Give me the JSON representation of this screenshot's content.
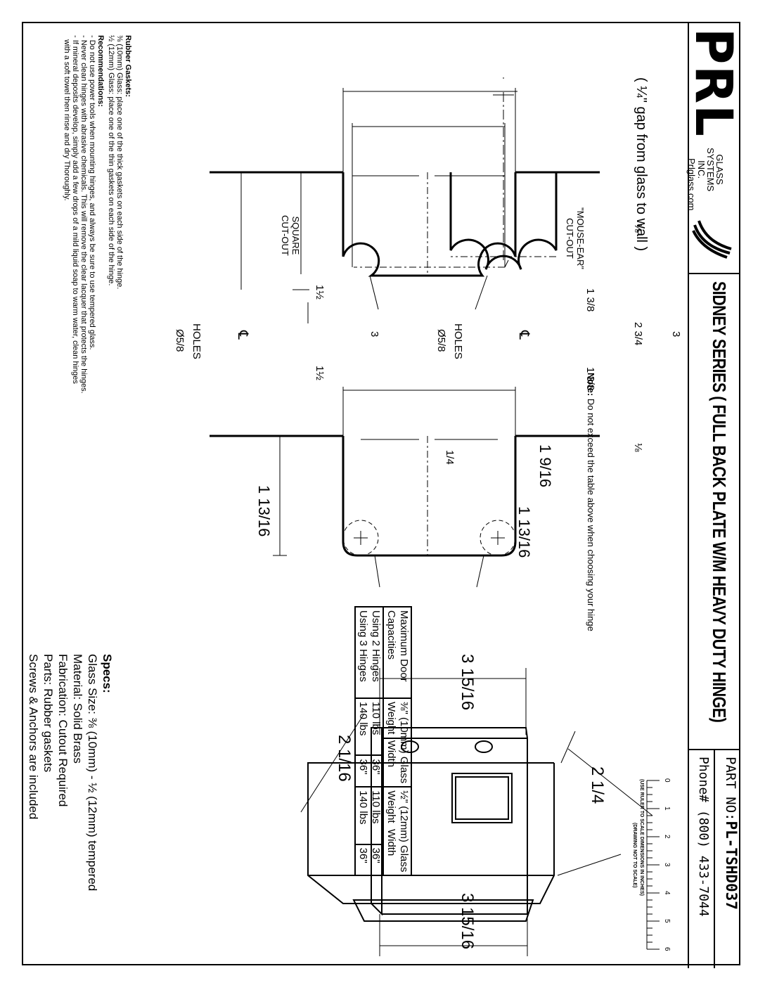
{
  "logo": {
    "text": "PRL",
    "company_line1": "GLASS",
    "company_line2": "SYSTEMS",
    "company_line3": "INC.",
    "website": "Prlglass.com"
  },
  "title": "SIDNEY SERIES ( FULL BACK PLATE W/M HEAVY DUTY HINGE)",
  "part": {
    "label": "PART NO:",
    "number": "PL-TSHD037",
    "phone_label": "Phone#",
    "phone": "(800) 433-7044"
  },
  "ruler": {
    "ticks": [
      "0",
      "1",
      "2",
      "3",
      "4",
      "5",
      "6"
    ],
    "note1": "(USE RULER TO SCALE DIMENSIONS IN INCHES)",
    "note2": "(DRAWING NOT TO SCALE)"
  },
  "gap_note": "( ¼\" gap from glass to wall )",
  "mouse_ear": {
    "label_line1": "\"MOUSE-EAR\"",
    "label_line2": "CUT-OUT",
    "dim_overall": "3",
    "dim_inner": "2 3/4",
    "dim_left_edge": "⅛",
    "dim_right_edge": "⅛",
    "dim_left_half": "1 3/8",
    "dim_right_half": "1 3/8",
    "dim_depth_a": "1 9/16",
    "dim_depth_b": "1 13/16",
    "dim_radius": "1/4",
    "holes_label": "HOLES",
    "holes_dia": "Ø5/8",
    "centerline": "℄"
  },
  "square": {
    "label_line1": "SQUARE",
    "label_line2": "CUT-OUT",
    "dim_overall": "3",
    "dim_left_half": "1½",
    "dim_right_half": "1½",
    "dim_depth": "1 13/16",
    "holes_label": "HOLES",
    "holes_dia": "Ø5/8",
    "centerline": "℄"
  },
  "capacity_table": {
    "row_header": "Maximum Door Capacities",
    "col1_header": "⅜\" (10mm) Glass",
    "col2_header": "½\" (12mm) Glass",
    "sub_weight": "Weight",
    "sub_width": "Width",
    "rows": [
      {
        "label": "Using 2 Hinges",
        "w10": "110 lbs",
        "wd10": "36\"",
        "w12": "110 lbs",
        "wd12": "36\""
      },
      {
        "label": "Using 3 Hinges",
        "w10": "140 lbs",
        "wd10": "36\"",
        "w12": "140 lbs",
        "wd12": "36\""
      }
    ],
    "note_bold": "Note:",
    "note": "Do not exceed the table above when choosing your hinge"
  },
  "hinge_dims": {
    "top": "3 15/16",
    "bottom": "3 15/16",
    "left": "2 1/4",
    "right": "2 1/16"
  },
  "specs": {
    "heading": "Specs:",
    "lines": [
      "Glass Size: ⅜ (10mm) - ½ (12mm) tempered",
      "Material: Solid Brass",
      "Fabrication: Cutout Required",
      "Parts: Rubber gaskets",
      "Screws & Anchors are included"
    ]
  },
  "gaskets": {
    "heading": "Rubber Gaskets:",
    "lines": [
      "⅜ (10mm) Glass: place one of the thick gaskets on each side of the hinge.",
      "½ (12mm) Glass: place one of the thin gaskets on each side of the hinge."
    ]
  },
  "recommendations": {
    "heading": "Recommendations:",
    "lines": [
      "- Do not use power tools when mounting hinges, and always be sure to use tempered glass.",
      "- Never clean hinges with abrasive chemicals.  This will remove the clear lacquer that protects the hinges.",
      "- If mineral deposits develop, simply add a few drops of a mild liquid soap to warm water, clean hinges",
      "  with a soft towel then rinse and dry Thoroughly."
    ]
  }
}
